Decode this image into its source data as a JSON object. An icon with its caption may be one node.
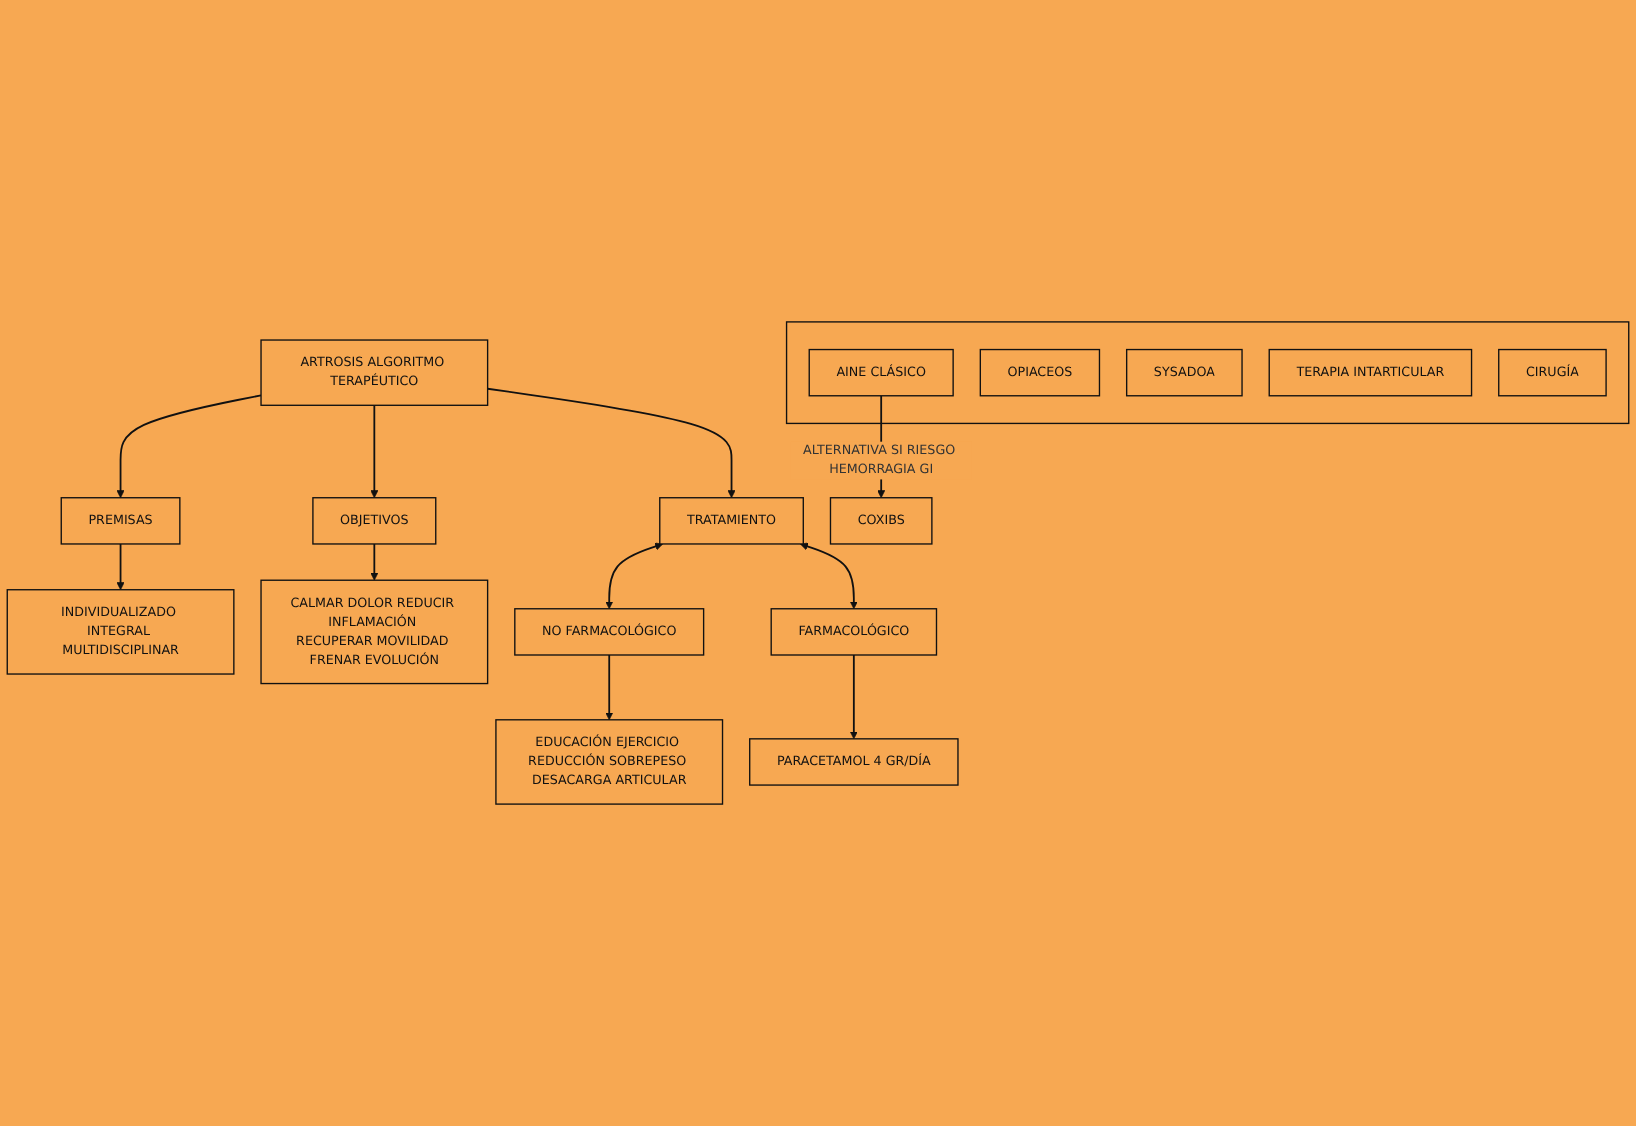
{
  "diagram": {
    "nodes": [
      {
        "text": [
          "ARTROSIS ALGORITMO TERAPÉUTICO"
        ]
      },
      {
        "text": [
          "PREMISAS"
        ]
      },
      {
        "text": [
          "OBJETIVOS"
        ]
      },
      {
        "text": [
          "INDIVIDUALIZADO INTEGRAL MULTIDISCIPLINAR"
        ]
      },
      {
        "text": [
          "TRATAMIENTO"
        ]
      },
      {
        "text": [
          "CALMAR DOLOR REDUCIR INFLAMACIÓN RECUPERAR MOVILIDAD FRENAR EVOLUCIÓN"
        ]
      },
      {
        "text": [
          "NO FARMACOLÓGICO"
        ]
      },
      {
        "text": [
          "FARMACOLÓGICO"
        ]
      },
      {
        "text": [
          "EDUCACIÓN EJERCICIO REDUCCIÓN SOBREPESO DESACARGA ARTICULAR"
        ]
      },
      {
        "text": [
          "PARACETAMOL 4 GR/DÍA"
        ]
      },
      {
        "text": [],
        "shape": "box"
      },
      {
        "text": [
          "AINE CLÁSICO"
        ],
        "in": 10
      },
      {
        "text": [
          "OPIACEOS"
        ],
        "in": 10
      },
      {
        "text": [
          "SYSADOA"
        ],
        "in": 10
      },
      {
        "text": [
          "TERAPIA INTARTICULAR"
        ],
        "in": 10
      },
      {
        "text": [
          "CIRUGÍA"
        ],
        "in": 10
      },
      {
        "text": [
          "COXIBS"
        ]
      }
    ],
    "edges": [
      {
        "from": 0,
        "to": 1,
        "arrow": "to"
      },
      {
        "from": 0,
        "to": 2,
        "arrow": "to"
      },
      {
        "from": 0,
        "to": 4,
        "arrow": "to"
      },
      {
        "from": 1,
        "to": 3,
        "arrow": "to"
      },
      {
        "from": 2,
        "to": 5,
        "arrow": "to"
      },
      {
        "from": 4,
        "to": 6,
        "arrow": "both"
      },
      {
        "from": 4,
        "to": 7,
        "arrow": "both"
      },
      {
        "from": 6,
        "to": 8,
        "arrow": "to"
      },
      {
        "from": 7,
        "to": 9,
        "arrow": "to"
      },
      {
        "from": 11,
        "to": 16,
        "arrow": "to",
        "label": "ALTERNATIVA SI RIESGO HEMORRAGIA GI"
      }
    ]
  }
}
